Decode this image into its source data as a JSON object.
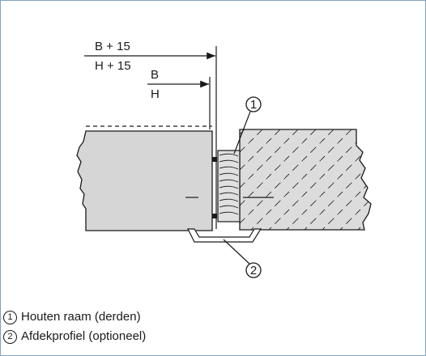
{
  "dimensions": {
    "outer_top": "B + 15",
    "outer_bottom": "H + 15",
    "inner_top": "B",
    "inner_bottom": "H"
  },
  "callouts": {
    "one": "1",
    "two": "2"
  },
  "legend": [
    {
      "num": "1",
      "label": "Houten raam (derden)"
    },
    {
      "num": "2",
      "label": "Afdekprofiel (optioneel)"
    }
  ],
  "colors": {
    "frame_border": "#7fa3c0",
    "wall_fill": "#d6d6d6",
    "line": "#1a1a1a"
  }
}
